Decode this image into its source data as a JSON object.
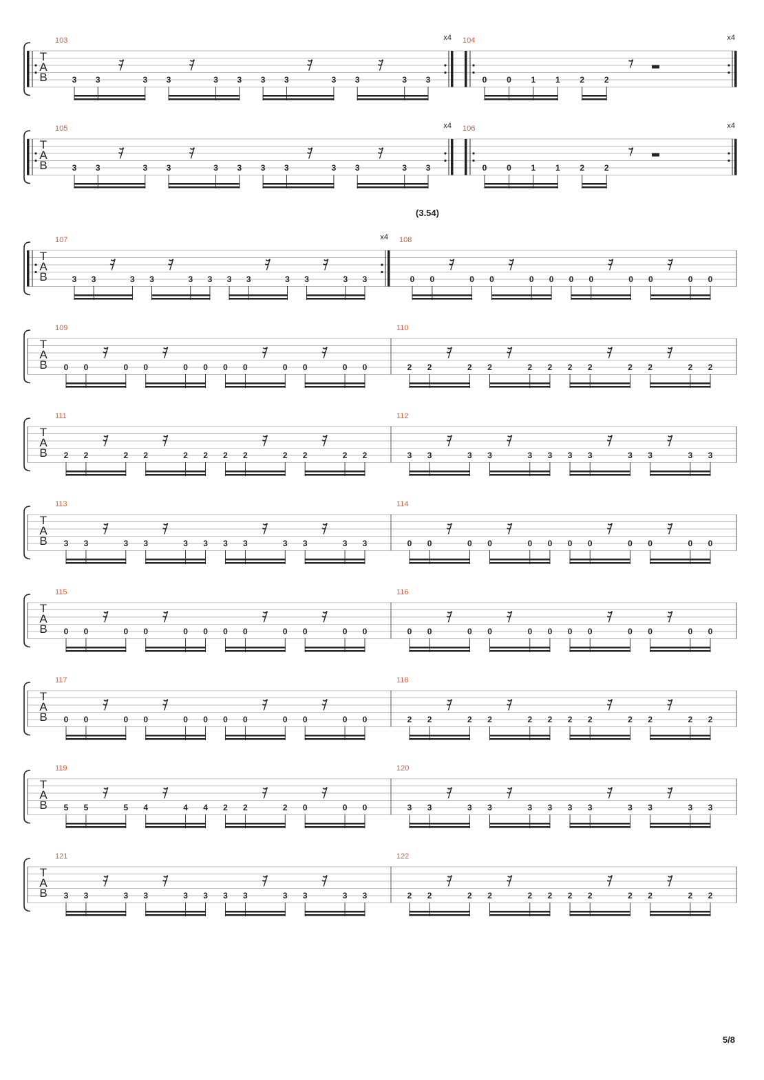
{
  "page_number": "5/8",
  "colors": {
    "measure_number": "#e8552a",
    "ink": "#222222",
    "staff_line": "#bbbbbb"
  },
  "tab_clef": [
    "T",
    "A",
    "B"
  ],
  "systems": [
    {
      "measures": [
        {
          "number": "103",
          "repeat_start": true,
          "repeat_end": true,
          "repeat_count": "x4",
          "notes": [
            "3",
            "3",
            "r",
            "3",
            "3",
            "r",
            "3",
            "3",
            "3",
            "3",
            "r",
            "3",
            "3",
            "r",
            "3",
            "3"
          ],
          "beams": [
            [
              0,
              2
            ],
            [
              3,
              5
            ],
            [
              6,
              8
            ],
            [
              9,
              11
            ]
          ]
        },
        {
          "number": "104",
          "repeat_start": true,
          "repeat_end": true,
          "repeat_count": "x4",
          "final": true,
          "notes": [
            "0",
            "0",
            "1",
            "1",
            "2",
            "2",
            "r8",
            "rh"
          ],
          "beams": [
            [
              0,
              3
            ],
            [
              4,
              5
            ]
          ]
        }
      ]
    },
    {
      "measures": [
        {
          "number": "105",
          "repeat_start": true,
          "repeat_end": true,
          "repeat_count": "x4",
          "notes": [
            "3",
            "3",
            "r",
            "3",
            "3",
            "r",
            "3",
            "3",
            "3",
            "3",
            "r",
            "3",
            "3",
            "r",
            "3",
            "3"
          ],
          "beams": [
            [
              0,
              2
            ],
            [
              3,
              5
            ],
            [
              6,
              8
            ],
            [
              9,
              11
            ]
          ]
        },
        {
          "number": "106",
          "repeat_start": true,
          "repeat_end": true,
          "repeat_count": "x4",
          "final": true,
          "notes": [
            "0",
            "0",
            "1",
            "1",
            "2",
            "2",
            "r8",
            "rh"
          ],
          "beams": [
            [
              0,
              3
            ],
            [
              4,
              5
            ]
          ]
        }
      ]
    },
    {
      "marker": "(3.54)",
      "measures": [
        {
          "number": "107",
          "repeat_start": true,
          "repeat_end": true,
          "repeat_count": "x4",
          "notes": [
            "3",
            "3",
            "r",
            "3",
            "3",
            "r",
            "3",
            "3",
            "3",
            "3",
            "r",
            "3",
            "3",
            "r",
            "3",
            "3"
          ],
          "beams": [
            [
              0,
              2
            ],
            [
              3,
              5
            ],
            [
              6,
              8
            ],
            [
              9,
              11
            ]
          ]
        },
        {
          "number": "108",
          "notes": [
            "0",
            "0",
            "r",
            "0",
            "0",
            "r",
            "0",
            "0",
            "0",
            "0",
            "r",
            "0",
            "0",
            "r",
            "0",
            "0"
          ],
          "beams": [
            [
              0,
              2
            ],
            [
              3,
              5
            ],
            [
              6,
              8
            ],
            [
              9,
              11
            ]
          ]
        }
      ]
    },
    {
      "measures": [
        {
          "number": "109",
          "notes": [
            "0",
            "0",
            "r",
            "0",
            "0",
            "r",
            "0",
            "0",
            "0",
            "0",
            "r",
            "0",
            "0",
            "r",
            "0",
            "0"
          ],
          "beams": [
            [
              0,
              2
            ],
            [
              3,
              5
            ],
            [
              6,
              8
            ],
            [
              9,
              11
            ]
          ]
        },
        {
          "number": "110",
          "notes": [
            "2",
            "2",
            "r",
            "2",
            "2",
            "r",
            "2",
            "2",
            "2",
            "2",
            "r",
            "2",
            "2",
            "r",
            "2",
            "2"
          ],
          "beams": [
            [
              0,
              2
            ],
            [
              3,
              5
            ],
            [
              6,
              8
            ],
            [
              9,
              11
            ]
          ]
        }
      ]
    },
    {
      "measures": [
        {
          "number": "111",
          "notes": [
            "2",
            "2",
            "r",
            "2",
            "2",
            "r",
            "2",
            "2",
            "2",
            "2",
            "r",
            "2",
            "2",
            "r",
            "2",
            "2"
          ],
          "beams": [
            [
              0,
              2
            ],
            [
              3,
              5
            ],
            [
              6,
              8
            ],
            [
              9,
              11
            ]
          ]
        },
        {
          "number": "112",
          "notes": [
            "3",
            "3",
            "r",
            "3",
            "3",
            "r",
            "3",
            "3",
            "3",
            "3",
            "r",
            "3",
            "3",
            "r",
            "3",
            "3"
          ],
          "beams": [
            [
              0,
              2
            ],
            [
              3,
              5
            ],
            [
              6,
              8
            ],
            [
              9,
              11
            ]
          ]
        }
      ]
    },
    {
      "measures": [
        {
          "number": "113",
          "notes": [
            "3",
            "3",
            "r",
            "3",
            "3",
            "r",
            "3",
            "3",
            "3",
            "3",
            "r",
            "3",
            "3",
            "r",
            "3",
            "3"
          ],
          "beams": [
            [
              0,
              2
            ],
            [
              3,
              5
            ],
            [
              6,
              8
            ],
            [
              9,
              11
            ]
          ]
        },
        {
          "number": "114",
          "notes": [
            "0",
            "0",
            "r",
            "0",
            "0",
            "r",
            "0",
            "0",
            "0",
            "0",
            "r",
            "0",
            "0",
            "r",
            "0",
            "0"
          ],
          "beams": [
            [
              0,
              2
            ],
            [
              3,
              5
            ],
            [
              6,
              8
            ],
            [
              9,
              11
            ]
          ]
        }
      ]
    },
    {
      "measures": [
        {
          "number": "115",
          "notes": [
            "0",
            "0",
            "r",
            "0",
            "0",
            "r",
            "0",
            "0",
            "0",
            "0",
            "r",
            "0",
            "0",
            "r",
            "0",
            "0"
          ],
          "beams": [
            [
              0,
              2
            ],
            [
              3,
              5
            ],
            [
              6,
              8
            ],
            [
              9,
              11
            ]
          ]
        },
        {
          "number": "116",
          "notes": [
            "0",
            "0",
            "r",
            "0",
            "0",
            "r",
            "0",
            "0",
            "0",
            "0",
            "r",
            "0",
            "0",
            "r",
            "0",
            "0"
          ],
          "beams": [
            [
              0,
              2
            ],
            [
              3,
              5
            ],
            [
              6,
              8
            ],
            [
              9,
              11
            ]
          ]
        }
      ]
    },
    {
      "measures": [
        {
          "number": "117",
          "notes": [
            "0",
            "0",
            "r",
            "0",
            "0",
            "r",
            "0",
            "0",
            "0",
            "0",
            "r",
            "0",
            "0",
            "r",
            "0",
            "0"
          ],
          "beams": [
            [
              0,
              2
            ],
            [
              3,
              5
            ],
            [
              6,
              8
            ],
            [
              9,
              11
            ]
          ]
        },
        {
          "number": "118",
          "notes": [
            "2",
            "2",
            "r",
            "2",
            "2",
            "r",
            "2",
            "2",
            "2",
            "2",
            "r",
            "2",
            "2",
            "r",
            "2",
            "2"
          ],
          "beams": [
            [
              0,
              2
            ],
            [
              3,
              5
            ],
            [
              6,
              8
            ],
            [
              9,
              11
            ]
          ]
        }
      ]
    },
    {
      "measures": [
        {
          "number": "119",
          "notes": [
            "5",
            "5",
            "r",
            "5",
            "4",
            "r",
            "4",
            "4",
            "2",
            "2",
            "r",
            "2",
            "0",
            "r",
            "0",
            "0"
          ],
          "beams": [
            [
              0,
              2
            ],
            [
              3,
              5
            ],
            [
              6,
              8
            ],
            [
              9,
              11
            ]
          ]
        },
        {
          "number": "120",
          "notes": [
            "3",
            "3",
            "r",
            "3",
            "3",
            "r",
            "3",
            "3",
            "3",
            "3",
            "r",
            "3",
            "3",
            "r",
            "3",
            "3"
          ],
          "beams": [
            [
              0,
              2
            ],
            [
              3,
              5
            ],
            [
              6,
              8
            ],
            [
              9,
              11
            ]
          ]
        }
      ]
    },
    {
      "measures": [
        {
          "number": "121",
          "notes": [
            "3",
            "3",
            "r",
            "3",
            "3",
            "r",
            "3",
            "3",
            "3",
            "3",
            "r",
            "3",
            "3",
            "r",
            "3",
            "3"
          ],
          "beams": [
            [
              0,
              2
            ],
            [
              3,
              5
            ],
            [
              6,
              8
            ],
            [
              9,
              11
            ]
          ]
        },
        {
          "number": "122",
          "notes": [
            "2",
            "2",
            "r",
            "2",
            "2",
            "r",
            "2",
            "2",
            "2",
            "2",
            "r",
            "2",
            "2",
            "r",
            "2",
            "2"
          ],
          "beams": [
            [
              0,
              2
            ],
            [
              3,
              5
            ],
            [
              6,
              8
            ],
            [
              9,
              11
            ]
          ]
        }
      ]
    }
  ]
}
